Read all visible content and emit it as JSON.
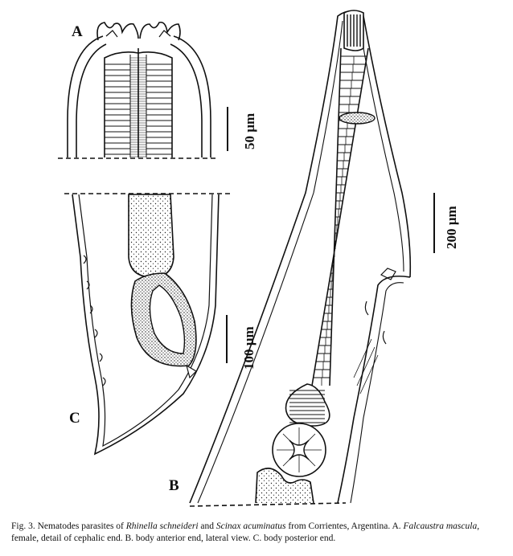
{
  "figure": {
    "panels": {
      "a": "A",
      "b": "B",
      "c": "C"
    },
    "scale_bars": {
      "a": "50 µm",
      "b": "200 µm",
      "c": "100 µm"
    }
  },
  "caption": {
    "part1": "Fig. 3. Nematodes parasites of ",
    "species1": "Rhinella schneideri",
    "part2": " and ",
    "species2": "Scinax acuminatus",
    "part3": " from Corrientes, Argentina. A. ",
    "species3": "Falcaustra mascula",
    "part4": ", female, detail of cephalic end. B. body anterior end, lateral view. C. body posterior end."
  }
}
